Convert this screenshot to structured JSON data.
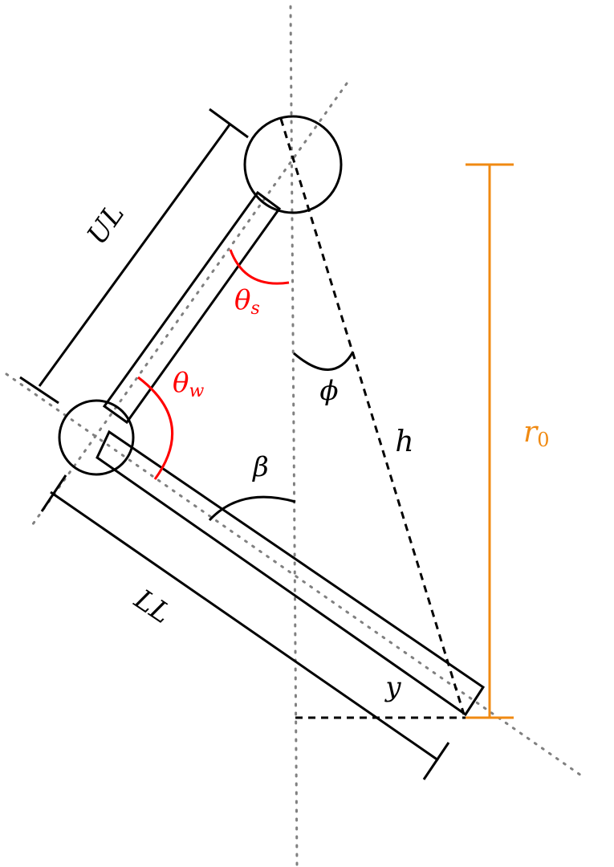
{
  "labels": {
    "upper_length": "UL",
    "lower_length": "LL",
    "theta": "θ",
    "theta_s_sub": "s",
    "theta_w_sub": "w",
    "phi": "ϕ",
    "beta": "β",
    "h": "h",
    "y": "y",
    "r": "r",
    "r_sub": "0"
  },
  "colors": {
    "angle_labels": "#ff0000",
    "height_marker": "#f08a12",
    "guide_lines": "#808080",
    "structure": "#000000"
  }
}
